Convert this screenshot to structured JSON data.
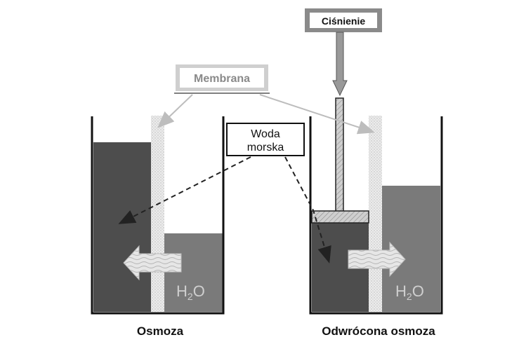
{
  "labels": {
    "pressure": "Ciśnienie",
    "membrane": "Membrana",
    "seawater_line1": "Woda",
    "seawater_line2": "morska",
    "water_left_main": "H",
    "water_left_sub": "2",
    "water_left_tail": "O",
    "water_right_main": "H",
    "water_right_sub": "2",
    "water_right_tail": "O",
    "caption_left": "Osmoza",
    "caption_right": "Odwrócona osmoza"
  },
  "colors": {
    "seawater": "#4d4d4d",
    "freshwater": "#7a7a7a",
    "membrane": "#e2e2e2",
    "label_border": "#8a8a8a",
    "arrow": "#cfcfcf"
  }
}
